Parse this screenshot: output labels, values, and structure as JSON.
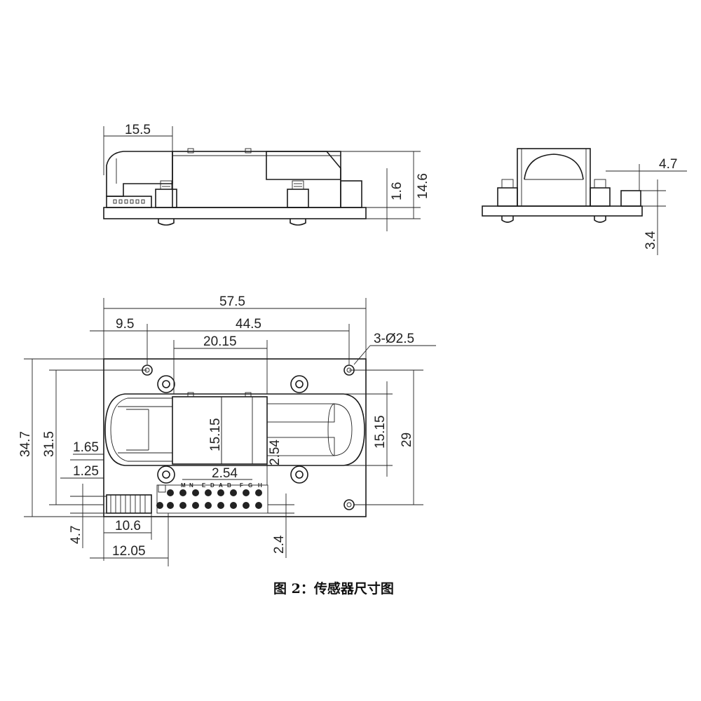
{
  "caption": "图 2：传感器尺寸图",
  "side_view": {
    "width_label": "15.5",
    "board_thickness_label": "1.6",
    "height_label": "14.6"
  },
  "end_view": {
    "offset_label": "4.7",
    "leg_label": "3.4"
  },
  "top_view": {
    "total_width_label": "57.5",
    "left_offset_label": "9.5",
    "hole_span_label": "44.5",
    "window_width_label": "20.15",
    "hole_callout_label": "3-Ø2.5",
    "total_height_label": "34.7",
    "hole_height_label": "31.5",
    "inner_height_label": "15.15",
    "right_inner_height_label": "15.15",
    "right_height_label": "29",
    "edge_offset_a_label": "1.65",
    "edge_offset_b_label": "1.25",
    "pitch_label": "2.54",
    "pitch_vertical_label": "2.54",
    "connector_width_label": "10.6",
    "connector_offset_label": "12.05",
    "bottom_left_label": "4.7",
    "bottom_right_label": "2.4",
    "pin_letters": [
      "M",
      "N",
      "E",
      "D",
      "A",
      "B",
      "F",
      "G",
      "H"
    ]
  }
}
